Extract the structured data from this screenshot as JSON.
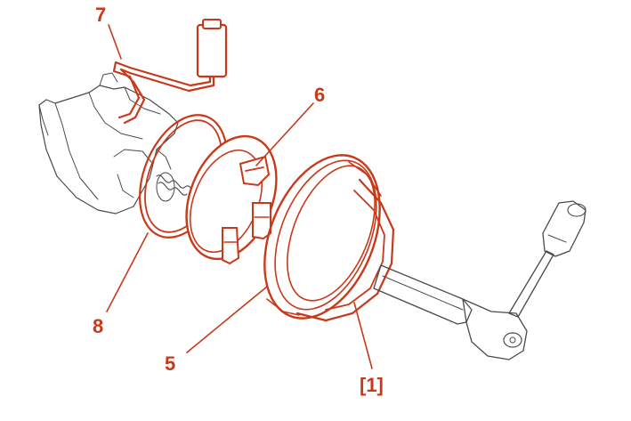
{
  "colors": {
    "highlight": "#c8391a",
    "line": "#4a4a4a",
    "fill": "#ffffff"
  },
  "callouts": [
    {
      "id": "7",
      "text": "7"
    },
    {
      "id": "6",
      "text": "6"
    },
    {
      "id": "8",
      "text": "8"
    },
    {
      "id": "5",
      "text": "5"
    },
    {
      "id": "1",
      "text": "[1]"
    }
  ]
}
